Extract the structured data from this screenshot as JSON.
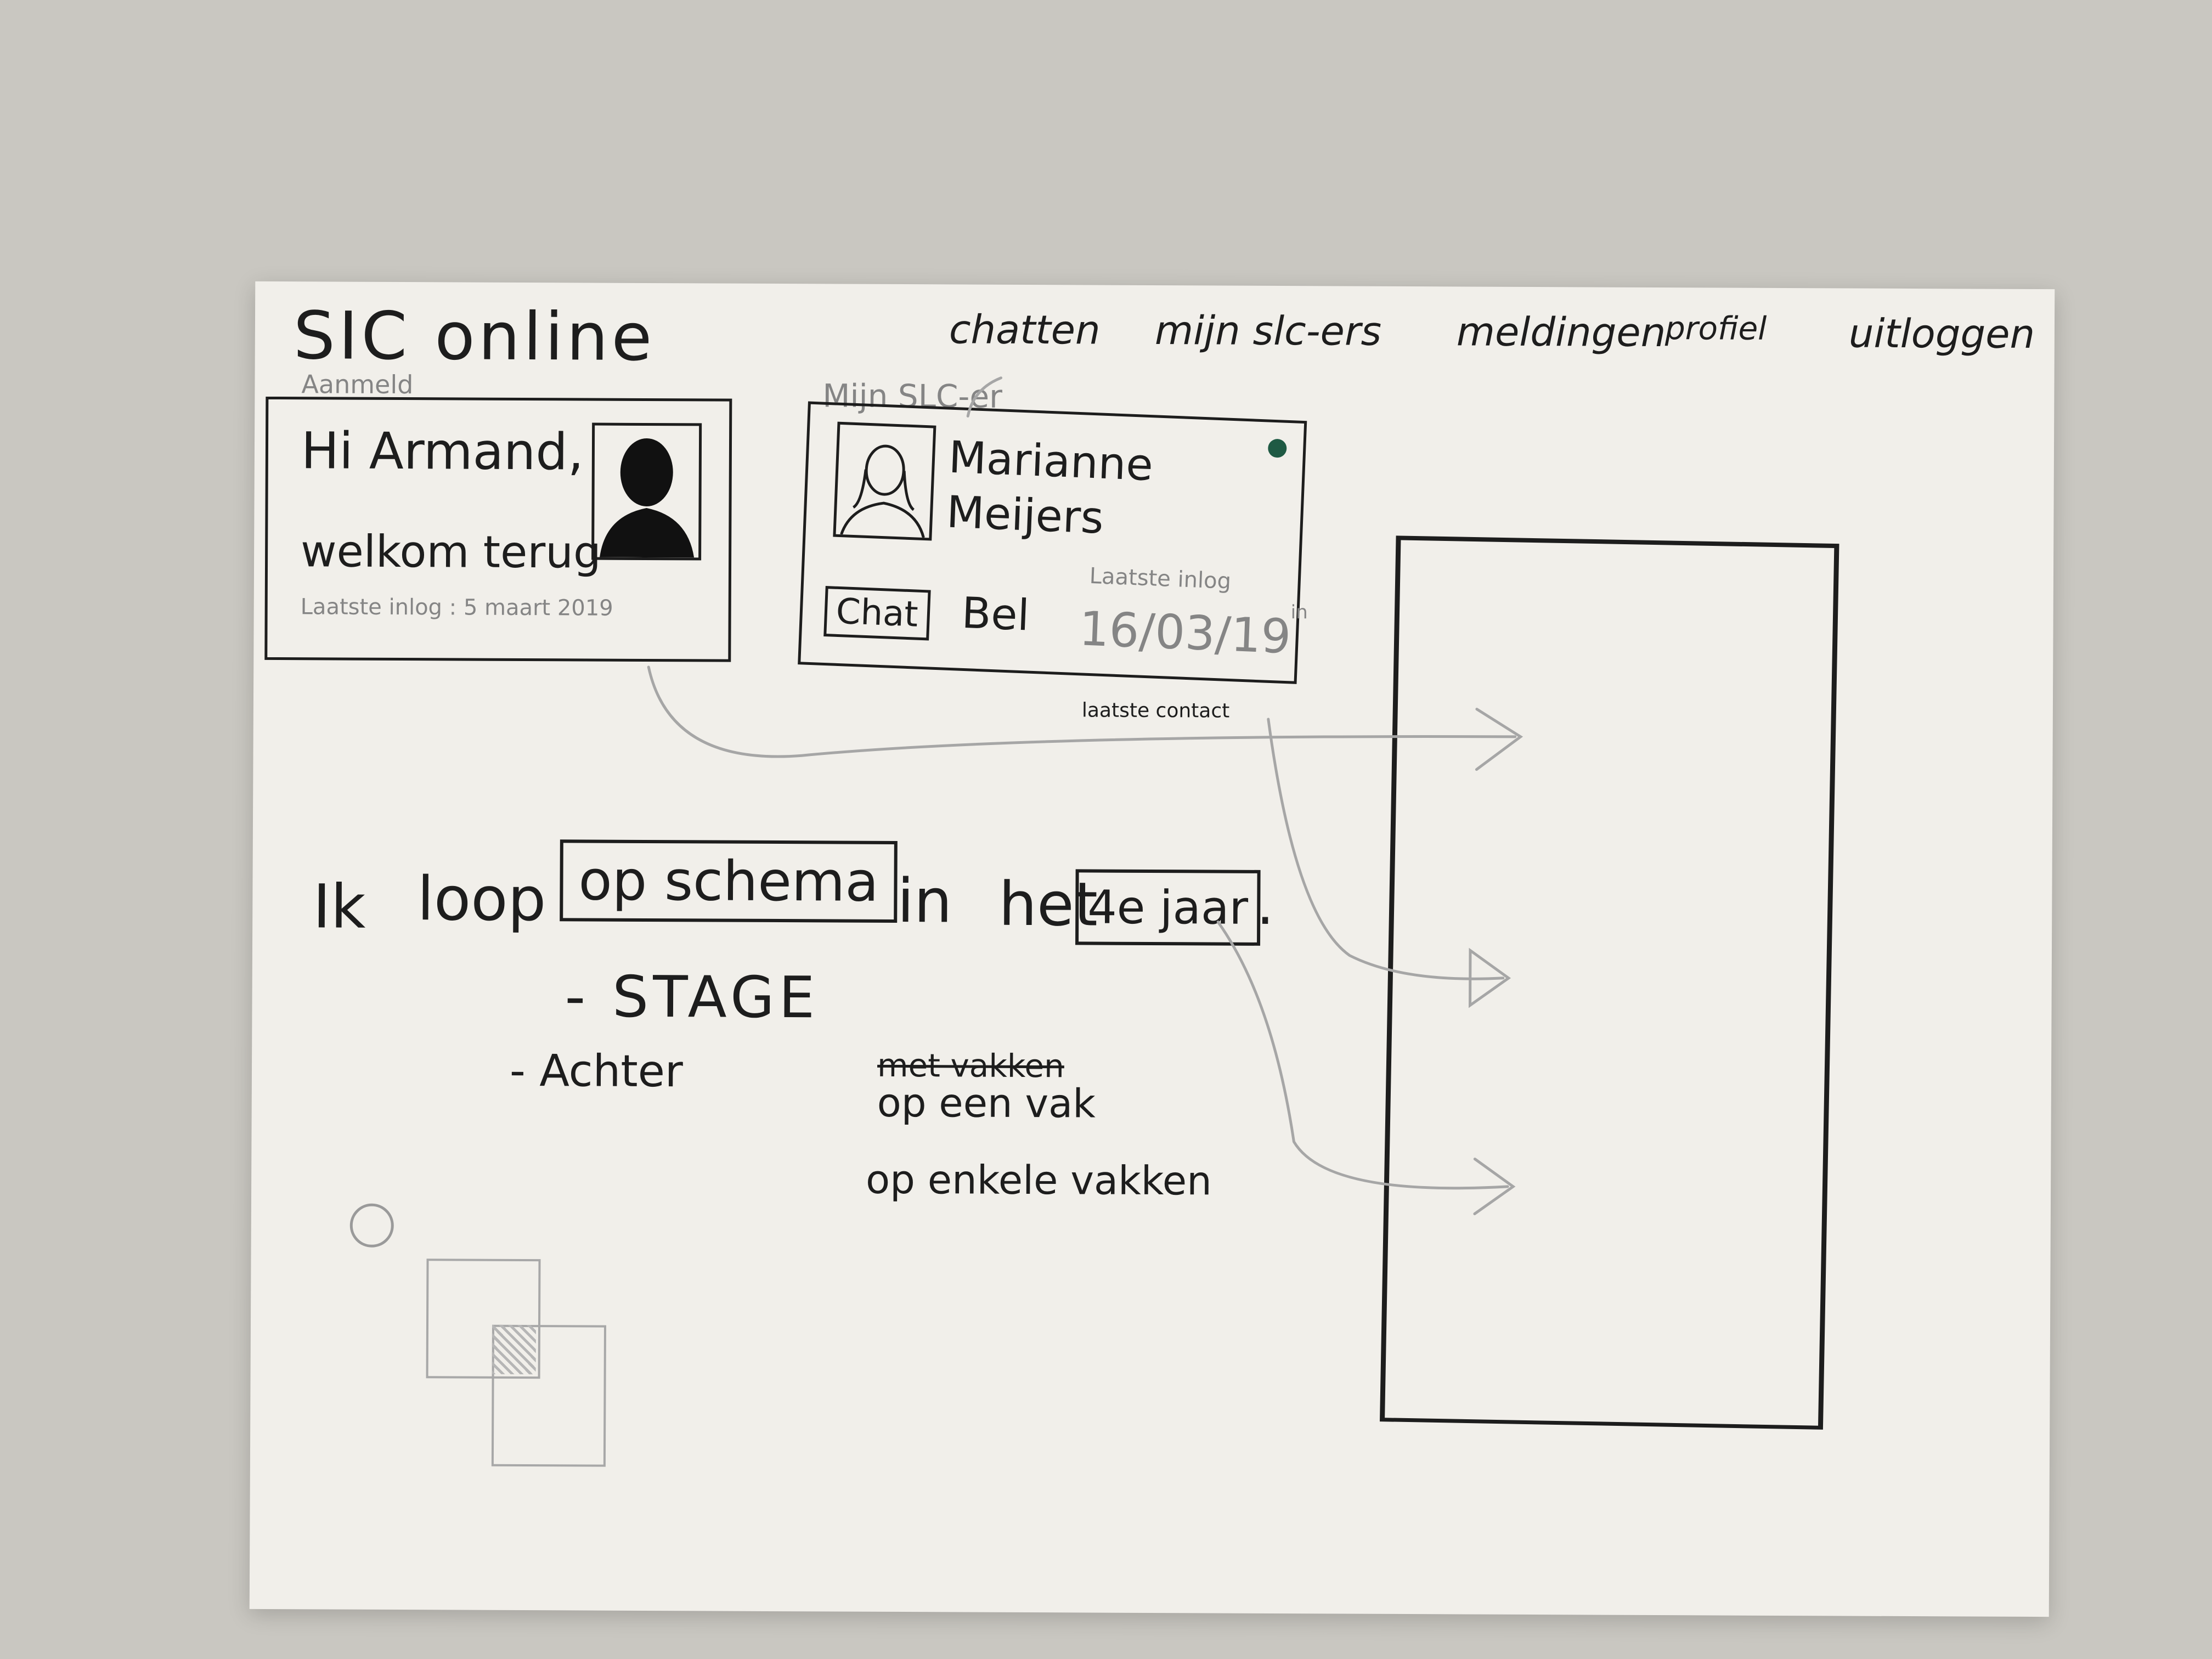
{
  "header": {
    "brand": "SIC online",
    "nav": [
      "chatten",
      "mijn slc-ers",
      "meldingen",
      "profiel",
      "uitloggen"
    ]
  },
  "welcome_card": {
    "label": "Aanmeld",
    "greeting": "Hi Armand,",
    "subtitle": "welkom terug",
    "last_login": "Laatste inlog : 5 maart 2019"
  },
  "slc_card": {
    "label": "Mijn SLC-er",
    "name_first": "Marianne",
    "name_last": "Meijers",
    "chat_label": "Chat",
    "call_label": "Bel",
    "last_login_label": "Laatste inlog",
    "last_login_value": "16/03/19",
    "in_label": "in",
    "last_contact_label": "laatste contact"
  },
  "status": {
    "prefix": "Ik",
    "verb": "loop",
    "schema_value": "op schema",
    "in_word": "in",
    "het_word": "het",
    "year_value": "4e jaar",
    "period": "."
  },
  "options": {
    "stage": "- STAGE",
    "achter": "- Achter",
    "struck": "met vakken",
    "op_een_vak": "op een vak",
    "op_enkele_vakken": "op enkele vakken"
  },
  "colors": {
    "ink": "#1d1d1d",
    "pencil": "#858585",
    "paper": "#f1efea",
    "status_dot": "#1f5a44"
  }
}
